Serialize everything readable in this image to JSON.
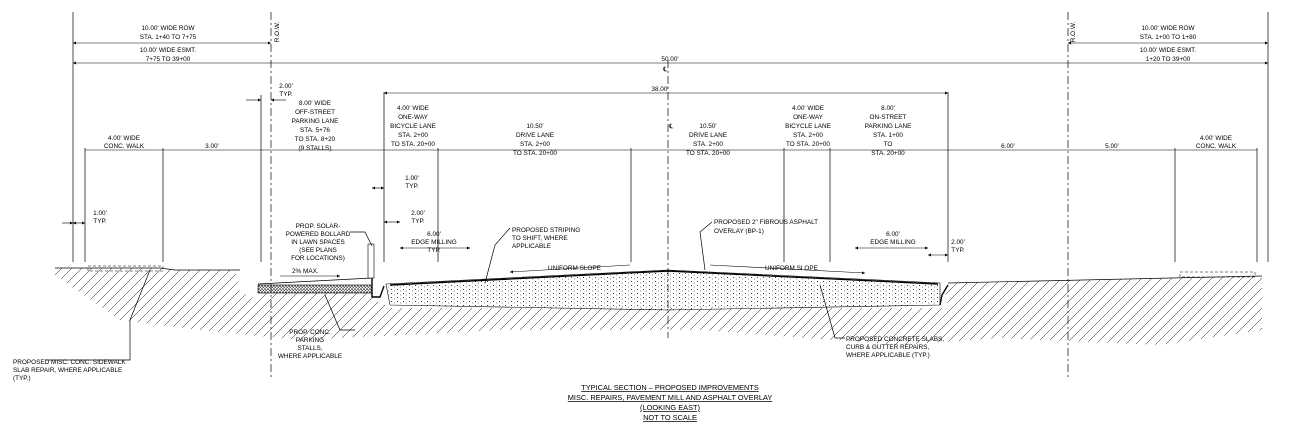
{
  "labels": {
    "row_left_1": "10.00' WIDE ROW",
    "row_left_2": "STA. 1+40 TO 7+75",
    "esmt_left_1": "10.00' WIDE ESMT.",
    "esmt_left_2": "7+75 TO 39+00",
    "row_right_1": "10.00' WIDE ROW",
    "row_right_2": "STA. 1+00 TO 1+80",
    "esmt_right_1": "10.00' WIDE ESMT.",
    "esmt_right_2": "1+20 TO 39+00",
    "row_marker": "R.O.W.",
    "centerline": "℄",
    "dim_50": "50.00'",
    "dim_38": "38.00'",
    "dim_2_typ": "2.00'",
    "typ": "TYP.",
    "offstreet_1": "8.00' WIDE",
    "offstreet_2": "OFF-STREET",
    "offstreet_3": "PARKING LANE",
    "offstreet_4": "STA. 5+76",
    "offstreet_5": "TO STA. 8+20",
    "offstreet_6": "(9 STALLS)",
    "bike_1": "4.00' WIDE",
    "bike_2": "ONE-WAY",
    "bike_3": "BICYCLE LANE",
    "bike_4": "STA. 2+00",
    "bike_5": "TO STA. 20+00",
    "drive_l_1": "10.50'",
    "drive_l_2": "DRIVE LANE",
    "drive_l_3": "STA. 2+00",
    "drive_l_4": "TO STA. 20+00",
    "drive_r_1": "10.50'",
    "drive_r_2": "DRIVE LANE",
    "drive_r_3": "STA. 2+00",
    "drive_r_4": "TO STA. 20+00",
    "onstreet_1": "8.00'",
    "onstreet_2": "ON-STREET",
    "onstreet_3": "PARKING LANE",
    "onstreet_4": "STA. 1+00",
    "onstreet_5": "TO",
    "onstreet_6": "STA. 20+00",
    "walk_1": "4.00' WIDE",
    "walk_2": "CONC. WALK",
    "dim_3": "3.00'",
    "dim_6": "6.00'",
    "dim_5": "5.00'",
    "dim_1": "1.00'",
    "dim_1_typ": "1.00'",
    "bollard_1": "PROP. SOLAR-",
    "bollard_2": "POWERED BOLLARD",
    "bollard_3": "IN LAWN SPACES",
    "bollard_4": "(SEE PLANS",
    "bollard_5": "FOR LOCATIONS)",
    "dim_6_edge": "6.00'",
    "edge_milling": "EDGE MILLING",
    "striping_1": "PROPOSED STRIPING",
    "striping_2": "TO SHIFT, WHERE",
    "striping_3": "APPLICABLE",
    "overlay_1": "PROPOSED 2\" FIBROUS ASPHALT",
    "overlay_2": "OVERLAY (BP-1)",
    "slope_2": "2% MAX.",
    "uniform_slope": "UNIFORM SLOPE",
    "stalls_1": "PROP. CONC.",
    "stalls_2": "PARKING",
    "stalls_3": "STALLS,",
    "stalls_4": "WHERE APPLICABLE",
    "sidewalk_1": "PROPOSED MISC. CONC. SIDEWALK",
    "sidewalk_2": "SLAB REPAIR, WHERE APPLICABLE",
    "sidewalk_3": "(TYP.)",
    "slabs_1": "PROPOSED CONCRETE SLABS,",
    "slabs_2": "CURB & GUTTER REPAIRS,",
    "slabs_3": "WHERE APPLICABLE (TYP.)"
  },
  "title": {
    "line1": "TYPICAL SECTION – PROPOSED IMPROVEMENTS",
    "line2": "MISC. REPAIRS, PAVEMENT MILL AND ASPHALT OVERLAY",
    "line3": "(LOOKING EAST)",
    "line4": "NOT TO SCALE"
  }
}
